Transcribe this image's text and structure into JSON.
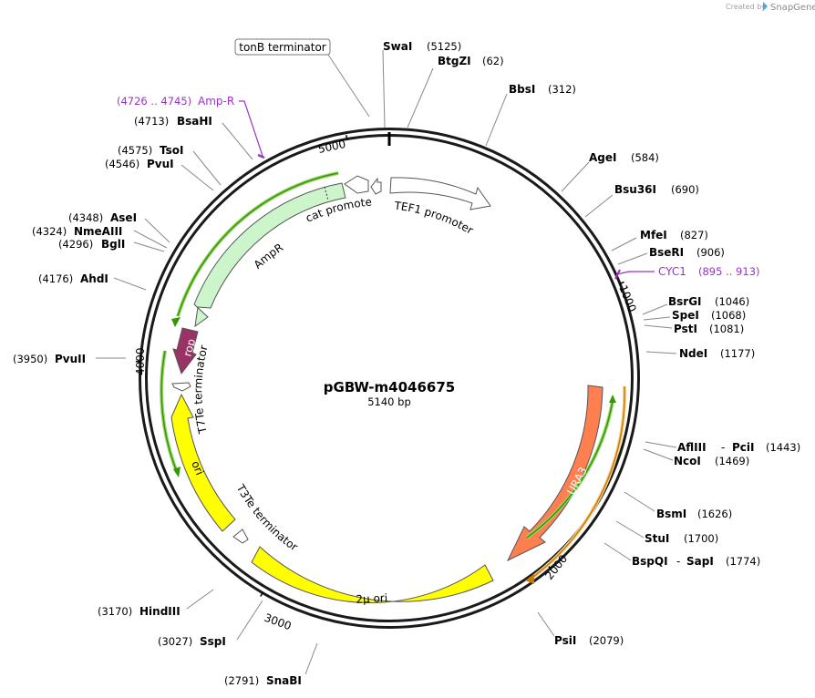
{
  "credit": {
    "created_by": "Created by",
    "brand": "SnapGene"
  },
  "plasmid": {
    "name": "pGBW-m4046675",
    "size": "5140 bp"
  },
  "ticks": [
    "1000",
    "2000",
    "3000",
    "4000",
    "5000"
  ],
  "sites": [
    {
      "name": "SwaI",
      "pos": "(5125)"
    },
    {
      "name": "BtgZI",
      "pos": "(62)"
    },
    {
      "name": "BbsI",
      "pos": "(312)"
    },
    {
      "name": "AgeI",
      "pos": "(584)"
    },
    {
      "name": "Bsu36I",
      "pos": "(690)"
    },
    {
      "name": "MfeI",
      "pos": "(827)"
    },
    {
      "name": "BseRI",
      "pos": "(906)"
    },
    {
      "name": "BsrGI",
      "pos": "(1046)"
    },
    {
      "name": "SpeI",
      "pos": "(1068)"
    },
    {
      "name": "PstI",
      "pos": "(1081)"
    },
    {
      "name": "NdeI",
      "pos": "(1177)"
    },
    {
      "name": "AflIII",
      "name2": "PciI",
      "pos": "(1443)"
    },
    {
      "name": "NcoI",
      "pos": "(1469)"
    },
    {
      "name": "BsmI",
      "pos": "(1626)"
    },
    {
      "name": "StuI",
      "pos": "(1700)"
    },
    {
      "name": "BspQI",
      "name2": "SapI",
      "pos": "(1774)"
    },
    {
      "name": "PsiI",
      "pos": "(2079)"
    },
    {
      "name": "SnaBI",
      "pos": "(2791)"
    },
    {
      "name": "SspI",
      "pos": "(3027)"
    },
    {
      "name": "HindIII",
      "pos": "(3170)"
    },
    {
      "name": "PvuII",
      "pos": "(3950)"
    },
    {
      "name": "AhdI",
      "pos": "(4176)"
    },
    {
      "name": "BglI",
      "pos": "(4296)"
    },
    {
      "name": "NmeAIII",
      "pos": "(4324)"
    },
    {
      "name": "AseI",
      "pos": "(4348)"
    },
    {
      "name": "PvuI",
      "pos": "(4546)"
    },
    {
      "name": "TsoI",
      "pos": "(4575)"
    },
    {
      "name": "BsaHI",
      "pos": "(4713)"
    }
  ],
  "primers": [
    {
      "name": "CYC1",
      "range": "(895 .. 913)"
    },
    {
      "name": "Amp-R",
      "range": "(4726 .. 4745)"
    }
  ],
  "features": {
    "tonB": "tonB terminator",
    "tef1": "TEF1 promoter",
    "cat": "cat promoter",
    "ampr": "AmpR",
    "rop": "rop",
    "t7te": "T7Te terminator",
    "ori": "ori",
    "t3te": "T3Te terminator",
    "mu_ori": "2μ ori",
    "ura3": "URA3"
  },
  "colors": {
    "ampr_fill": "#ccf5cc",
    "rop_fill": "#993366",
    "ori_fill": "#ffff00",
    "ura3_fill": "#ff7f50",
    "primer": "#9933cc",
    "green_arc": "#339900"
  }
}
